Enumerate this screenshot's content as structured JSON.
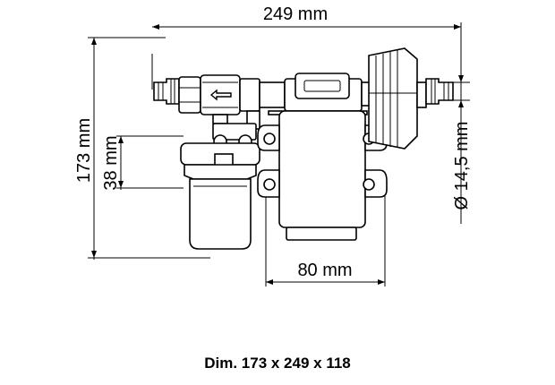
{
  "dimensions": {
    "length": "249 mm",
    "height": "173 mm",
    "filter_height": "38 mm",
    "body_width": "80 mm",
    "port_diameter": "Ø 14,5 mm"
  },
  "caption": "Dim. 173 x 249 x 118"
}
